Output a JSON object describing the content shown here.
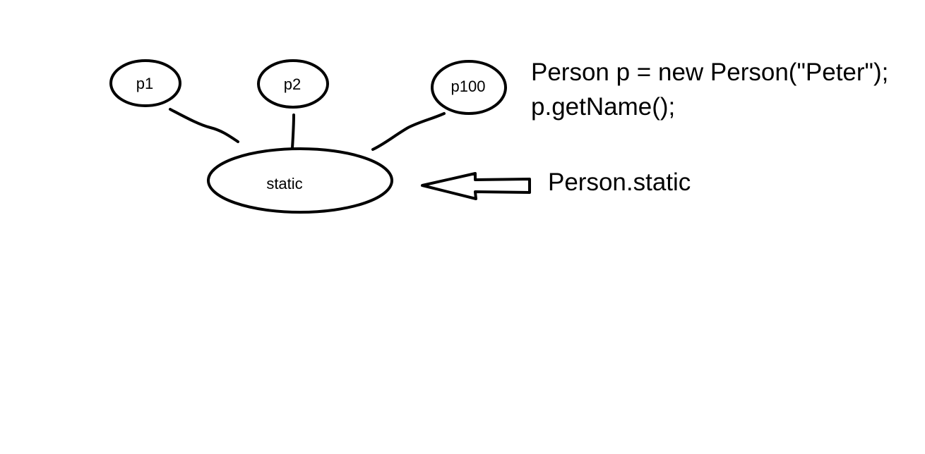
{
  "diagram": {
    "instance_nodes": [
      {
        "id": "p1",
        "label": "p1"
      },
      {
        "id": "p2",
        "label": "p2"
      },
      {
        "id": "p100",
        "label": "p100"
      }
    ],
    "static_node": {
      "label": "static"
    },
    "code_lines": [
      "Person p = new Person(\"Peter\");",
      "p.getName();"
    ],
    "arrow_label": "Person.static"
  }
}
